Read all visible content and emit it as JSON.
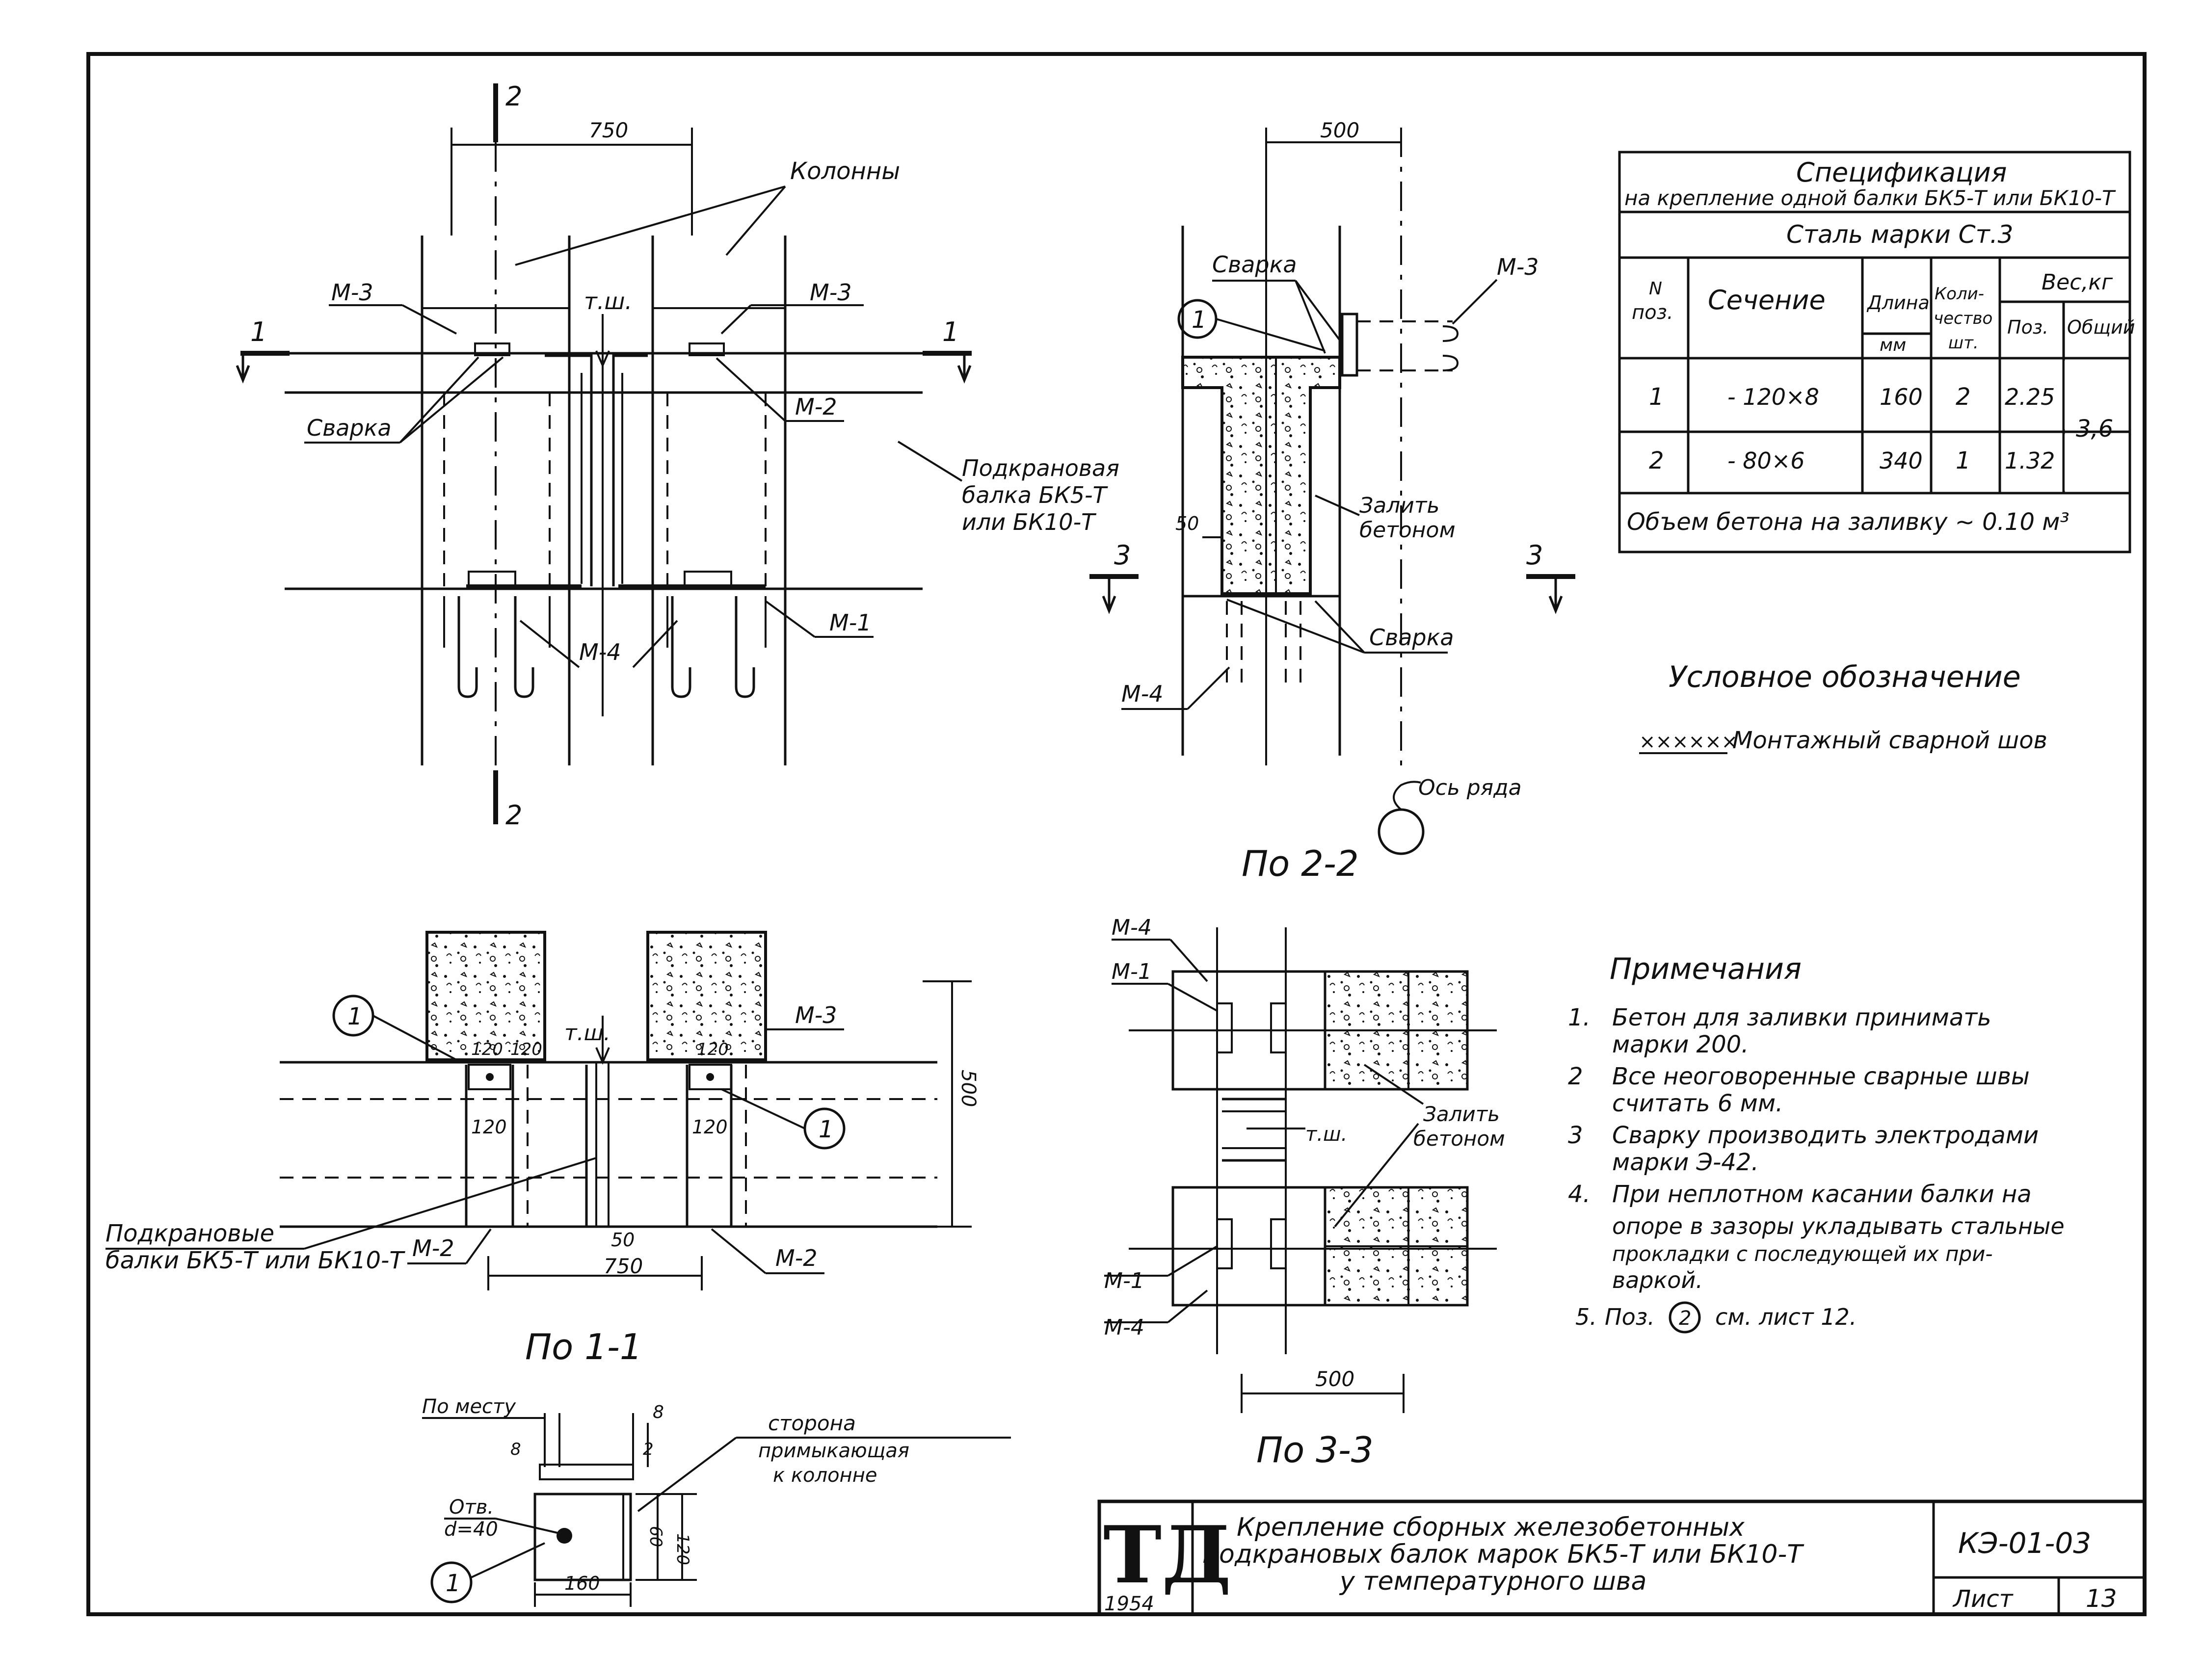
{
  "view_2_2_top": {
    "section_mark_top": "2",
    "section_mark_bottom": "2",
    "dim_750": "750",
    "label_columns": "Колонны",
    "label_m3_left": "М-3",
    "label_m3_right": "М-3",
    "label_tsh": "т.ш.",
    "section_1_left": "1",
    "section_1_right": "1",
    "label_svarka": "Сварка",
    "label_m2": "М-2",
    "label_beam_1": "Подкрановая",
    "label_beam_2": "балка БК5-Т",
    "label_beam_3": "или БК10-Т",
    "label_m4": "М-4",
    "label_m1": "М-1"
  },
  "view_2_2_side": {
    "dim_500": "500",
    "label_svarka_top": "Сварка",
    "label_m3": "М-3",
    "pos_1": "1",
    "label_pour_1": "Залить",
    "label_pour_2": "бетоном",
    "dim_50": "50",
    "section_3_left": "3",
    "section_3_right": "3",
    "label_svarka_bottom": "Сварка",
    "label_m4": "М-4",
    "label_axis": "Ось ряда",
    "caption": "По 2-2"
  },
  "spec": {
    "title_1": "Спецификация",
    "title_2": "на крепление одной балки БК5-Т или БК10-Т",
    "steel": "Сталь марки Ст.3",
    "col_pos_1": "N",
    "col_pos_2": "поз.",
    "col_section": "Сечение",
    "col_length_1": "Длина",
    "col_length_2": "мм",
    "col_qty_1": "Коли-",
    "col_qty_2": "чество",
    "col_qty_3": "шт.",
    "col_weight": "Вес,кг",
    "col_weight_pos": "Поз.",
    "col_weight_total": "Общий",
    "rows": [
      {
        "pos": "1",
        "section": "- 120×8",
        "length": "160",
        "qty": "2",
        "weight": "2.25"
      },
      {
        "pos": "2",
        "section": "- 80×6",
        "length": "340",
        "qty": "1",
        "weight": "1.32"
      }
    ],
    "total": "3,6",
    "concrete": "Объем бетона на заливку ~ 0.10 м³"
  },
  "legend": {
    "title": "Условное обозначение",
    "symbol": "××××××",
    "text": "Монтажный сварной шов"
  },
  "view_1_1": {
    "pos_1_left": "1",
    "pos_1_right": "1",
    "label_tsh": "т.ш.",
    "label_m3": "М-3",
    "dim_500": "500",
    "dim_120": "120",
    "dim_120_b": "120",
    "dim_120_c": "120",
    "dim_120_d": "120",
    "dim_120_e": "120",
    "label_beams_1": "Подкрановые",
    "label_beams_2": "балки БК5-Т или БК10-Т",
    "label_m2_left": "М-2",
    "label_m2_right": "М-2",
    "dim_50": "50",
    "dim_750": "750",
    "caption": "По 1-1"
  },
  "view_3_3": {
    "label_m4_top": "М-4",
    "label_m1_top": "М-1",
    "label_tsh": "т.ш.",
    "label_pour_1": "Залить",
    "label_pour_2": "бетоном",
    "label_m1_bottom": "М-1",
    "label_m4_bottom": "М-4",
    "dim_500": "500",
    "caption": "По 3-3"
  },
  "notes": {
    "title": "Примечания",
    "items": [
      {
        "num": "1.",
        "lines": [
          "Бетон для заливки принимать",
          "марки 200."
        ]
      },
      {
        "num": "2",
        "lines": [
          "Все неоговоренные сварные швы",
          "считать 6 мм."
        ]
      },
      {
        "num": "3",
        "lines": [
          "Сварку производить электродами",
          "марки Э-42."
        ]
      },
      {
        "num": "4.",
        "lines": [
          "При неплотном касании балки на",
          "опоре в зазоры укладывать стальные",
          "прокладки с последующей их при-",
          "варкой."
        ]
      }
    ],
    "note5_num": "5.",
    "note5_a": "Поз.",
    "note5_circle": "2",
    "note5_b": "см. лист 12."
  },
  "detail": {
    "label_in_place": "По месту",
    "dim_8_top": "8",
    "dim_8_left": "8",
    "dim_2": "2",
    "label_side_1": "сторона",
    "label_side_2": "примыкающая",
    "label_side_3": "к колонне",
    "label_hole_1": "Отв.",
    "label_hole_2": "d=40",
    "dim_60": "60",
    "dim_120": "120",
    "dim_160": "160",
    "pos_1": "1"
  },
  "title_block": {
    "logo": "ТД",
    "year": "1954",
    "title_1": "Крепление сборных железобетонных",
    "title_2": "подкрановых балок марок БК5-Т или БК10-Т",
    "title_3": "у температурного шва",
    "code": "КЭ-01-03",
    "sheet_label": "Лист",
    "sheet_num": "13"
  }
}
